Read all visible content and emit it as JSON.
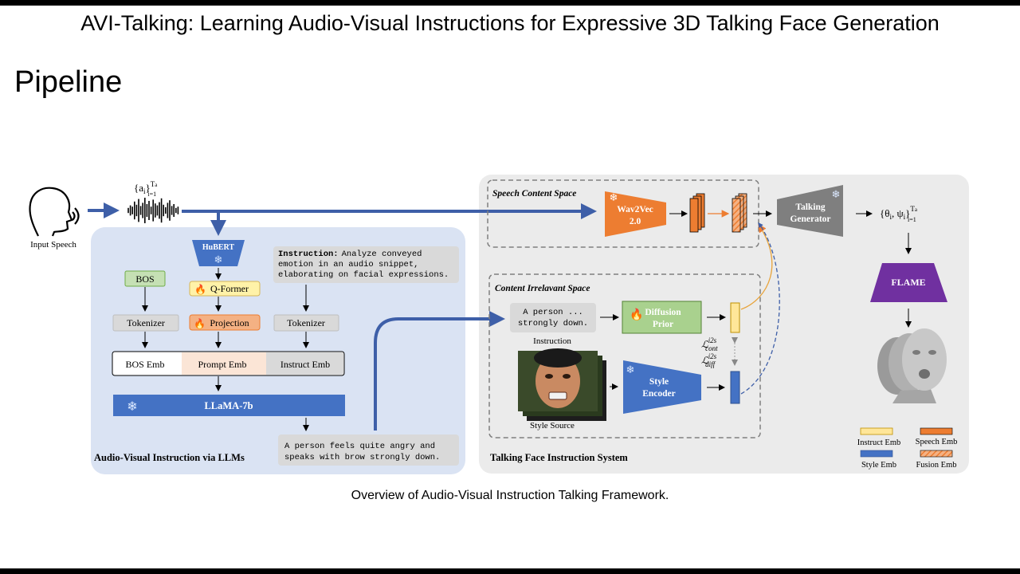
{
  "title": "AVI-Talking: Learning Audio-Visual Instructions for Expressive 3D Talking Face Generation",
  "heading": "Pipeline",
  "caption": "Overview of Audio-Visual Instruction Talking Framework.",
  "diagram": {
    "input_label": "Input Speech",
    "audio_seq_label": "{a",
    "audio_seq_sub": "i",
    "audio_seq_close": "}",
    "audio_seq_sup": "T",
    "audio_seq_sup_sub": "a",
    "audio_seq_subscript": "i=1",
    "left_panel": {
      "label": "Audio-Visual Instruction via LLMs",
      "hubert": "HuBERT",
      "qformer": "Q-Former",
      "projection": "Projection",
      "bos": "BOS",
      "tokenizer_left": "Tokenizer",
      "tokenizer_right": "Tokenizer",
      "instruction_bold": "Instruction:",
      "instruction_lines": [
        "Analyze conveyed",
        "emotion in an audio snippet,",
        "elaborating on facial expressions."
      ],
      "bos_emb": "BOS Emb",
      "prompt_emb": "Prompt Emb",
      "instruct_emb": "Instruct Emb",
      "llama": "LLaMA-7b",
      "output_lines": [
        "A person feels quite angry and",
        "speaks with brow strongly down."
      ]
    },
    "right_panel": {
      "label": "Talking Face Instruction System",
      "speech_space": "Speech Content  Space",
      "wav2vec_lines": [
        "Wav2Vec",
        "2.0"
      ],
      "generator_lines": [
        "Talking",
        "Generator"
      ],
      "output_params": "{θ",
      "output_params_sub": "i",
      "output_params_mid": ", ψ",
      "output_params_sub2": "i",
      "output_params_close": "}",
      "output_params_sup": "T",
      "output_params_sup_sub": "a",
      "output_params_subscript": "i=1",
      "flame": "FLAME",
      "irrelevant_space": "Content Irrelavant Space",
      "instr_lines": [
        "A person ...",
        "strongly down."
      ],
      "instruction_label": "Instruction",
      "diffusion_lines": [
        "Diffusion",
        "Prior"
      ],
      "style_lines": [
        "Style",
        "Encoder"
      ],
      "style_source": "Style Source",
      "loss_cont_sub": "cont",
      "loss_cont_sup": "i2s",
      "loss_diff_sub": "diff",
      "loss_diff_sup": "i2s",
      "loss_symbol": "ℒ",
      "legend": {
        "instruct": "Instruct Emb",
        "speech": "Speech Emb",
        "style": "Style Emb",
        "fusion": "Fusion Emb"
      }
    }
  },
  "colors": {
    "left_panel_bg": "#dae3f3",
    "right_panel_bg": "#ebebeb",
    "blue_arrow": "#3e5fa8",
    "orange": "#ed7d31",
    "blue_block": "#4472c4",
    "green": "#a9d18e",
    "purple": "#7030a0",
    "gray_block": "#7f7f7f",
    "yellow": "#ffe699"
  }
}
